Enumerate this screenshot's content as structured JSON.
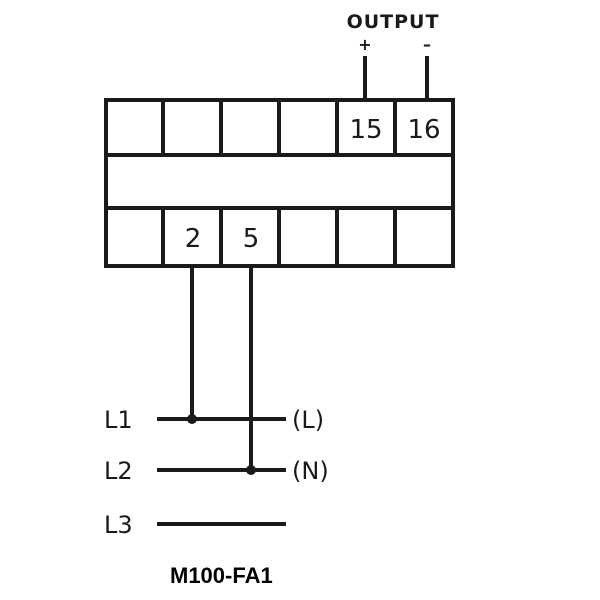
{
  "output": {
    "label": "OUTPUT",
    "plus": "+",
    "minus": "–"
  },
  "terminals": {
    "top": [
      "",
      "",
      "",
      "",
      "15",
      "16"
    ],
    "bottom": [
      "",
      "2",
      "5",
      "",
      "",
      ""
    ]
  },
  "lines": {
    "l1": "L1",
    "l2": "L2",
    "l3": "L3",
    "l_tag": "(L)",
    "n_tag": "(N)"
  },
  "model": "M100-FA1",
  "colors": {
    "ink": "#1a1a1a",
    "background": "#ffffff"
  }
}
